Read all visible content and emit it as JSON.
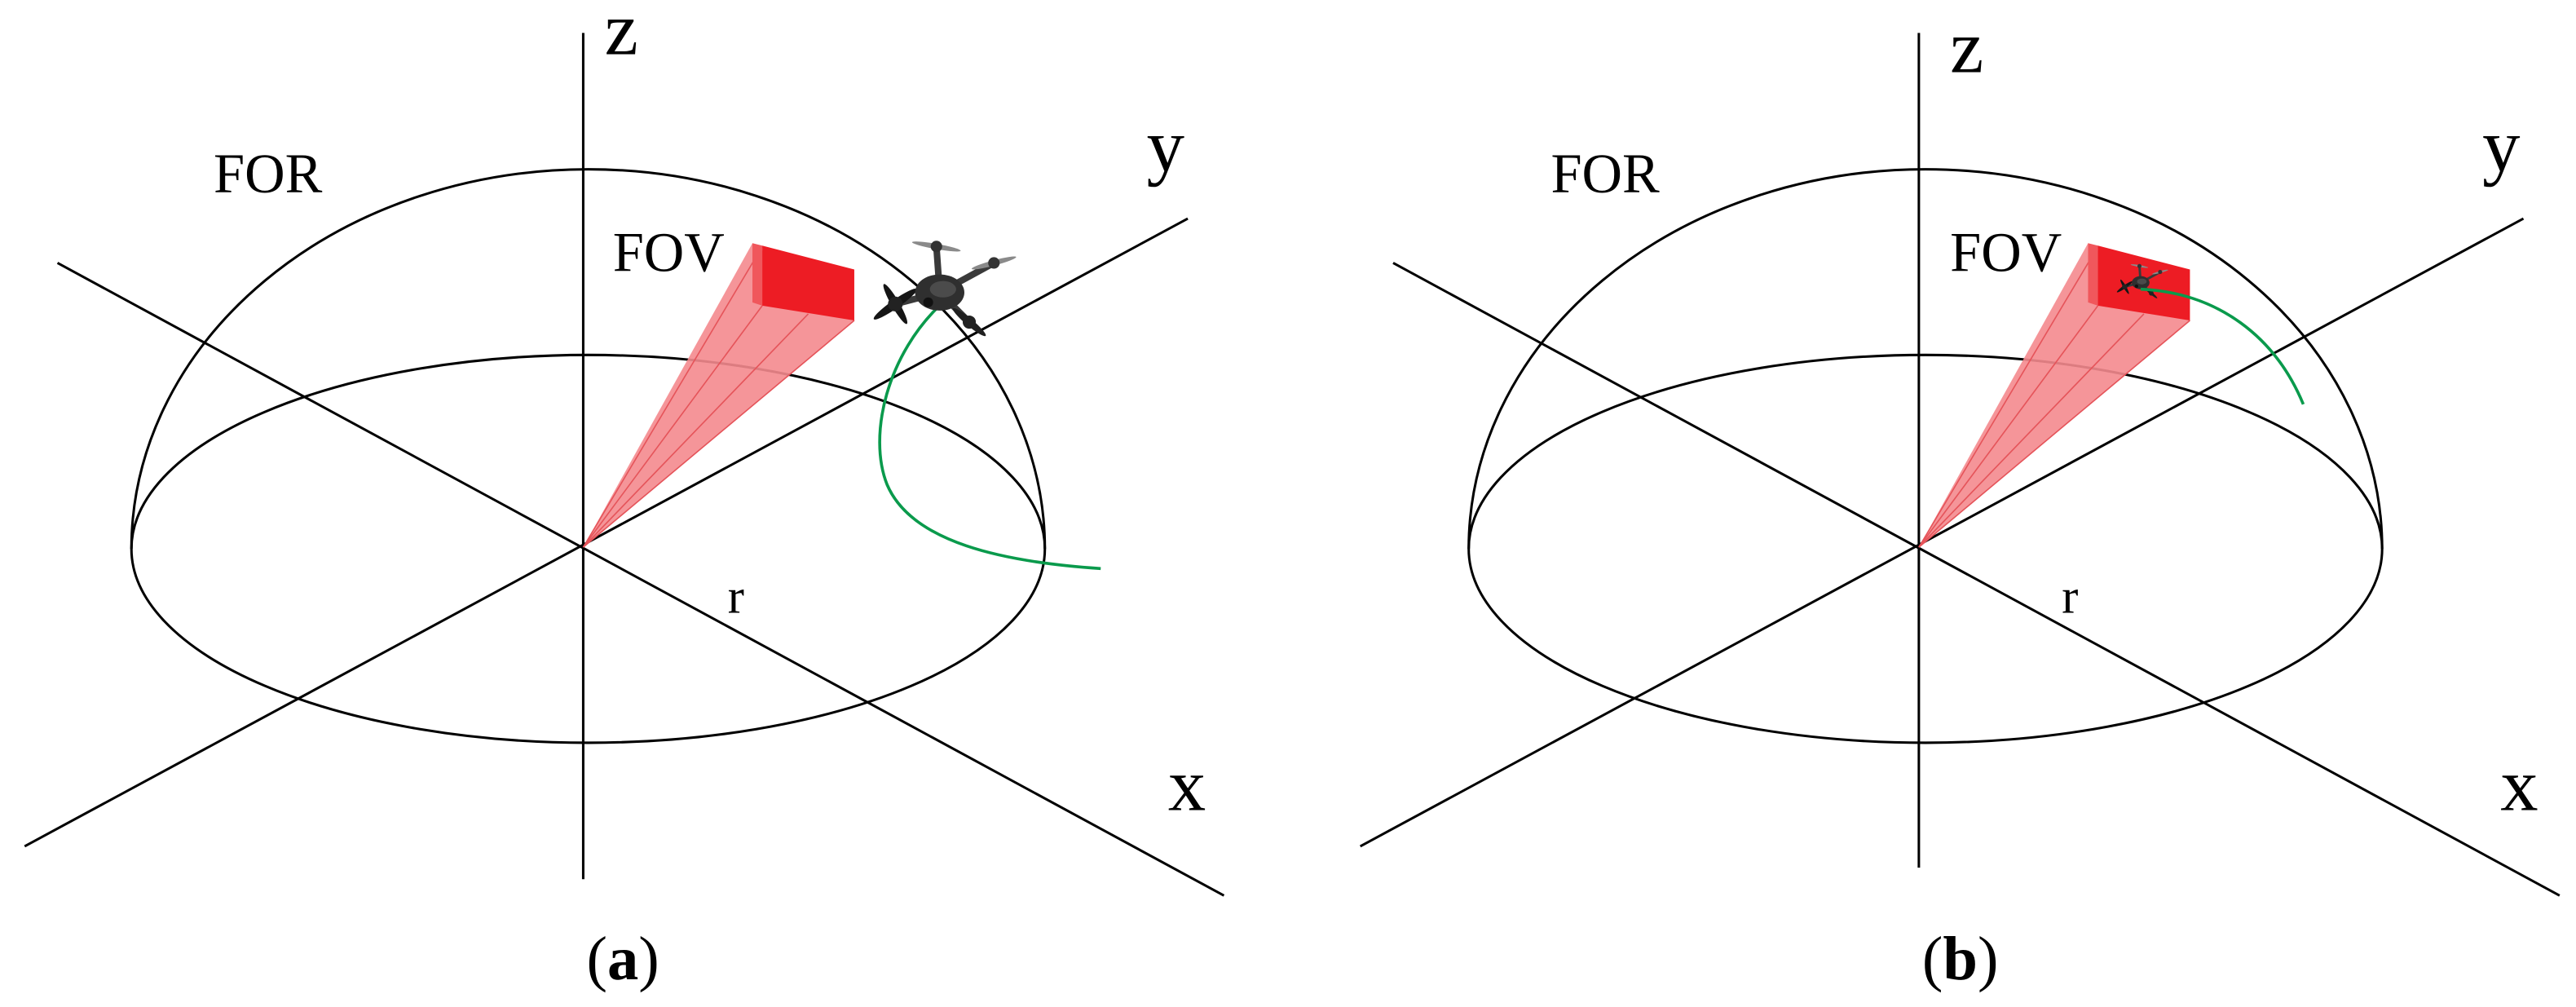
{
  "colors": {
    "line": "#000000",
    "fov_box": "#ed1c24",
    "fov_box_side": "#f0575c",
    "fov_beam": "#f48a8e",
    "fov_beam_edge": "#e5545a",
    "trajectory": "#0a9a4c",
    "drone_body": "#2f2f2f"
  },
  "panels": [
    {
      "caption": {
        "open": "(",
        "letter": "a",
        "close": ")"
      },
      "labels": {
        "z_axis": "z",
        "y_axis": "y",
        "x_axis": "x",
        "radius": "r",
        "field_of_regard": "FOR",
        "field_of_view": "FOV"
      },
      "target_icon": "drone-icon"
    },
    {
      "caption": {
        "open": "(",
        "letter": "b",
        "close": ")"
      },
      "labels": {
        "z_axis": "z",
        "y_axis": "y",
        "x_axis": "x",
        "radius": "r",
        "field_of_regard": "FOR",
        "field_of_view": "FOV"
      },
      "target_icon": "drone-icon"
    }
  ]
}
